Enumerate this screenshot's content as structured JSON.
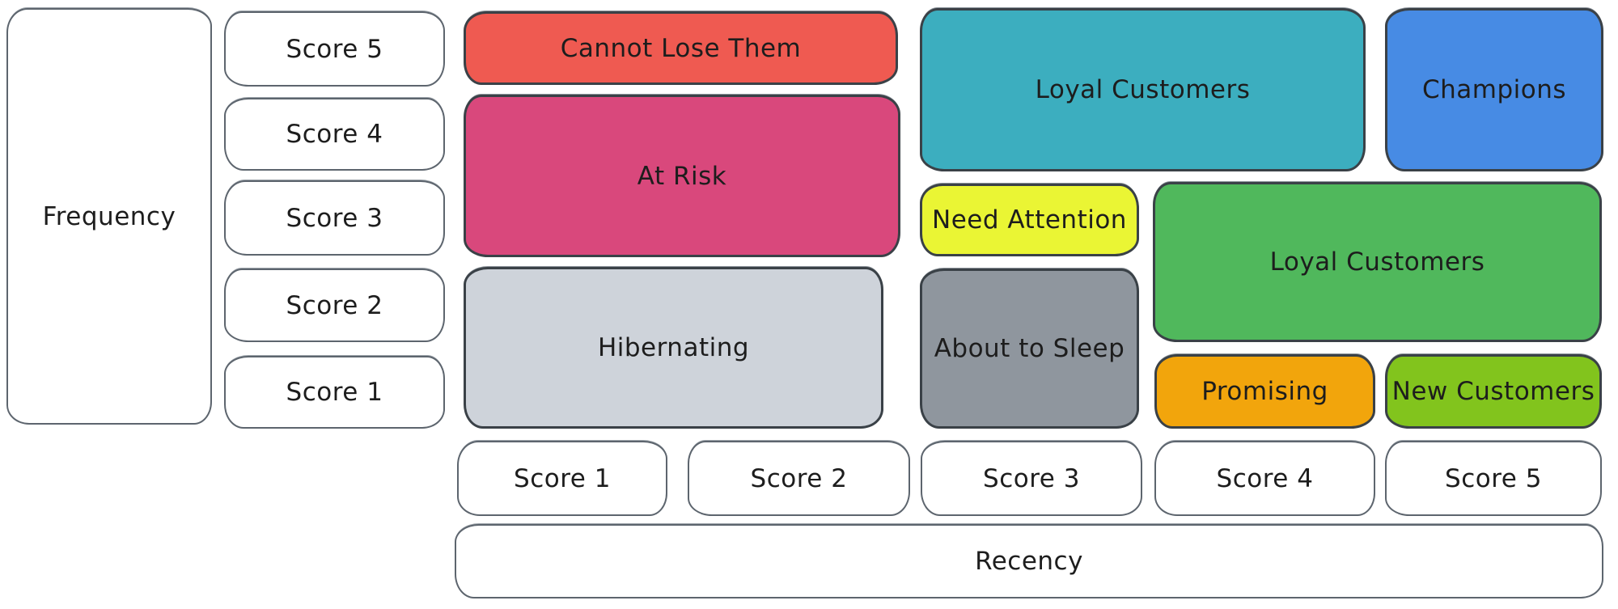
{
  "axes": {
    "frequency": {
      "label": "Frequency"
    },
    "recency": {
      "label": "Recency"
    }
  },
  "frequency_scores": [
    {
      "label": "Score 5"
    },
    {
      "label": "Score 4"
    },
    {
      "label": "Score 3"
    },
    {
      "label": "Score 2"
    },
    {
      "label": "Score 1"
    }
  ],
  "recency_scores": [
    {
      "label": "Score 1"
    },
    {
      "label": "Score 2"
    },
    {
      "label": "Score 3"
    },
    {
      "label": "Score 4"
    },
    {
      "label": "Score 5"
    }
  ],
  "segments": {
    "cannot_lose_them": {
      "label": "Cannot Lose Them",
      "color": "#ef5a51"
    },
    "at_risk": {
      "label": "At Risk",
      "color": "#d9487c"
    },
    "hibernating": {
      "label": "Hibernating",
      "color": "#ced3da"
    },
    "loyal_customers_top": {
      "label": "Loyal Customers",
      "color": "#3caebf"
    },
    "champions": {
      "label": "Champions",
      "color": "#478be4"
    },
    "need_attention": {
      "label": "Need Attention",
      "color": "#eaf534"
    },
    "loyal_customers_mid": {
      "label": "Loyal Customers",
      "color": "#50b85c"
    },
    "about_to_sleep": {
      "label": "About to Sleep",
      "color": "#8f969e"
    },
    "promising": {
      "label": "Promising",
      "color": "#f2a50c"
    },
    "new_customers": {
      "label": "New Customers",
      "color": "#82c41d"
    }
  },
  "canvas": {
    "background": "#ffffff",
    "text_color": "#1d1d1d"
  }
}
